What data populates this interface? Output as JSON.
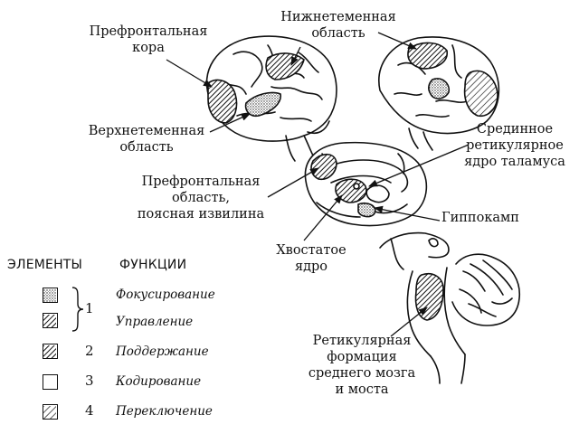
{
  "labels": {
    "prefrontal_cortex": [
      "Префронтальная",
      "кора"
    ],
    "inferior_parietal": [
      "Нижнетеменная",
      "область"
    ],
    "superior_parietal": [
      "Верхнетеменная",
      "область"
    ],
    "median_reticular": [
      "Срединное",
      "ретикулярное",
      "ядро таламуса"
    ],
    "prefrontal_cingulate": [
      "Префронтальная",
      "область,",
      "поясная извилина"
    ],
    "hippocampus": [
      "Гиппокамп"
    ],
    "caudate": [
      "Хвостатое",
      "ядро"
    ],
    "reticular_formation": [
      "Ретикулярная",
      "формация",
      "среднего мозга",
      "и моста"
    ]
  },
  "legend": {
    "header_elements": "ЭЛЕМЕНТЫ",
    "header_functions": "ФУНКЦИИ",
    "rows": [
      {
        "number": "1",
        "function": "Фокусирование",
        "pattern": "stipple"
      },
      {
        "number": "",
        "function": "Управление",
        "pattern": "hatch-dense"
      },
      {
        "number": "2",
        "function": "Поддержание",
        "pattern": "hatch-dense"
      },
      {
        "number": "3",
        "function": "Кодирование",
        "pattern": "blank"
      },
      {
        "number": "4",
        "function": "Переключение",
        "pattern": "hatch-sparse"
      }
    ]
  }
}
